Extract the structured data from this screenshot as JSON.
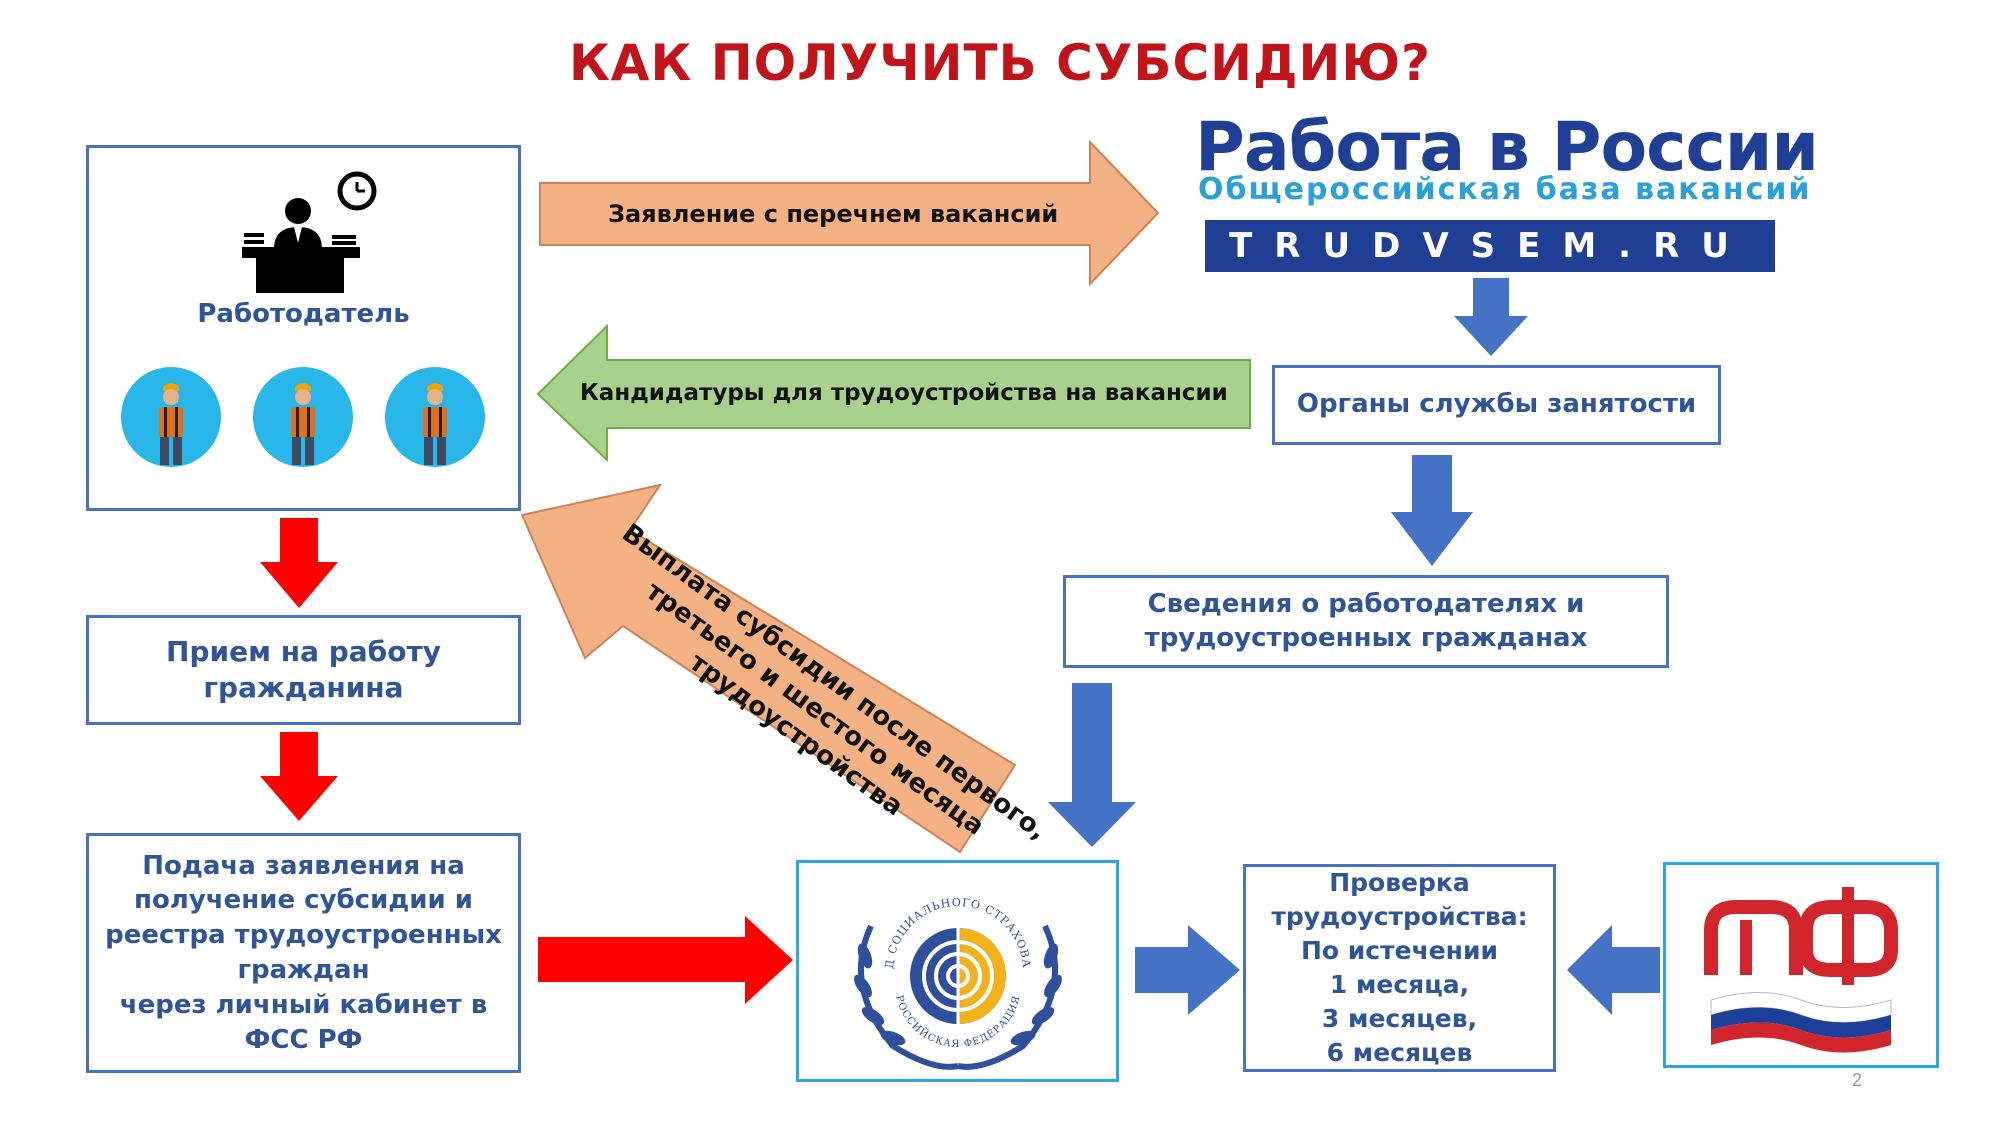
{
  "title": "КАК ПОЛУЧИТЬ СУБСИДИЮ?",
  "employer": {
    "label": "Работодатель",
    "icons": [
      "employer-desk-icon",
      "clock-icon",
      "worker-icon"
    ]
  },
  "trudvsem": {
    "title": "Работа в России",
    "subtitle": "Общероссийская база вакансий",
    "url": "TRUDVSEM.RU"
  },
  "arrows": {
    "application": "Заявление с перечнем вакансий",
    "candidates": "Кандидатуры для трудоустройства  на вакансии",
    "payment": "Выплата субсидии после первого, третьего и шестого месяца трудоустройства"
  },
  "boxes": {
    "employment_service": "Органы службы занятости",
    "info": [
      "Сведения о работодателях и",
      "трудоустроенных гражданах"
    ],
    "hiring": [
      "Прием на работу",
      "гражданина"
    ],
    "submission": [
      "Подача заявления на",
      "получение субсидии и",
      "реестра трудоустроенных",
      "граждан",
      "через личный кабинет в",
      "ФСС РФ"
    ],
    "check": [
      "Проверка",
      "трудоустройства:",
      "По истечении",
      "1 месяца,",
      "3 месяцев,",
      "6 месяцев"
    ]
  },
  "fss": {
    "ring_text": "ФОНД СОЦИАЛЬНОГО СТРАХОВАНИЯ",
    "ring_text_bottom": "РОССИЙСКАЯ ФЕДЕРАЦИЯ"
  },
  "pfr": {
    "logo": "ПФ"
  },
  "page_number": "2",
  "colors": {
    "title": "#c0141a",
    "box_border": "#4472c4",
    "box_text": "#2f5597",
    "arrow_orange": "#f4b183",
    "arrow_green": "#a9d18e",
    "arrow_blue": "#4472c4",
    "arrow_red": "#ff0000",
    "trudvsem_navy": "#1f3f94",
    "trudvsem_cyan": "#2aa0d8",
    "worker_circle": "#29b6e8",
    "pfr_red": "#d0262b"
  }
}
